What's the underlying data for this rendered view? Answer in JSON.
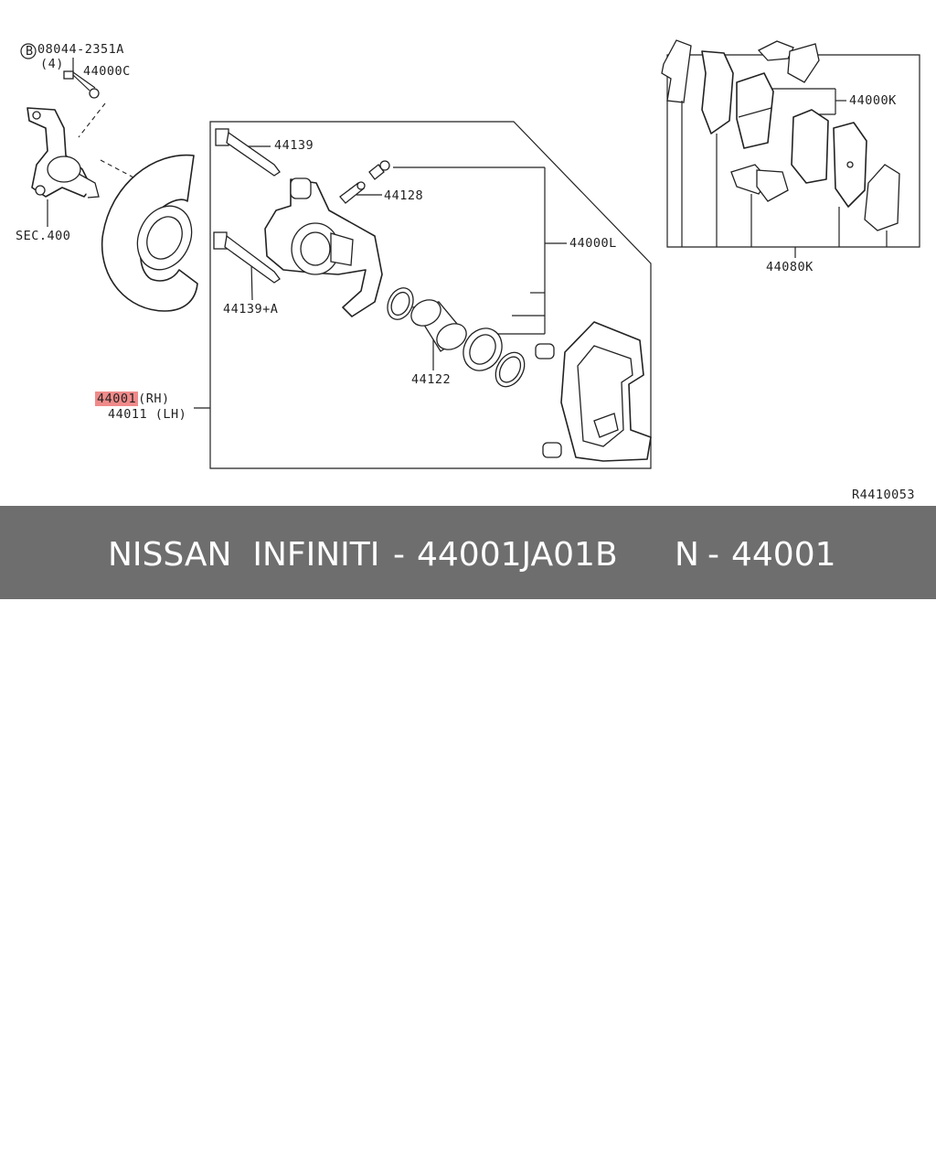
{
  "labels": {
    "bolt_code": "08044-2351A",
    "bolt_qty": "(4)",
    "dust_shield": "44000C",
    "sec": "SEC.400",
    "pin_upper": "44139",
    "pin_lower": "44139+A",
    "bleeder": "44128",
    "caliper_assy": "44000L",
    "piston": "44122",
    "pad_kit": "44000K",
    "pad_set": "44080K",
    "part_rh_num": "44001",
    "part_rh_side": "(RH)",
    "part_lh": "44011 (LH)",
    "ref_code": "R4410053",
    "circle_b": "B"
  },
  "banner": {
    "brand": "NISSAN  INFINITI",
    "sep1": "-",
    "part_number": "44001JA01B",
    "short": "N",
    "sep2": "-",
    "short_number": "44001"
  },
  "colors": {
    "highlight": "#f08a8a",
    "banner_bg": "#6e6e6e",
    "line": "#222222"
  }
}
